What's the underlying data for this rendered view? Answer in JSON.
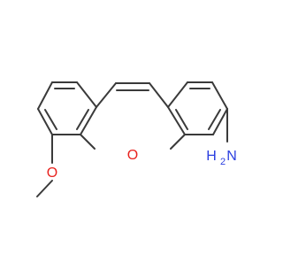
{
  "molecule": {
    "atoms": {
      "oxygen_ring": "O",
      "oxygen_methoxy": "O",
      "amine_n": "N",
      "amine_h": "H",
      "amine_h_count": "2"
    },
    "colors": {
      "bond": "#3a3a3a",
      "oxygen": "#e8221e",
      "nitrogen": "#2b3fe0"
    }
  }
}
